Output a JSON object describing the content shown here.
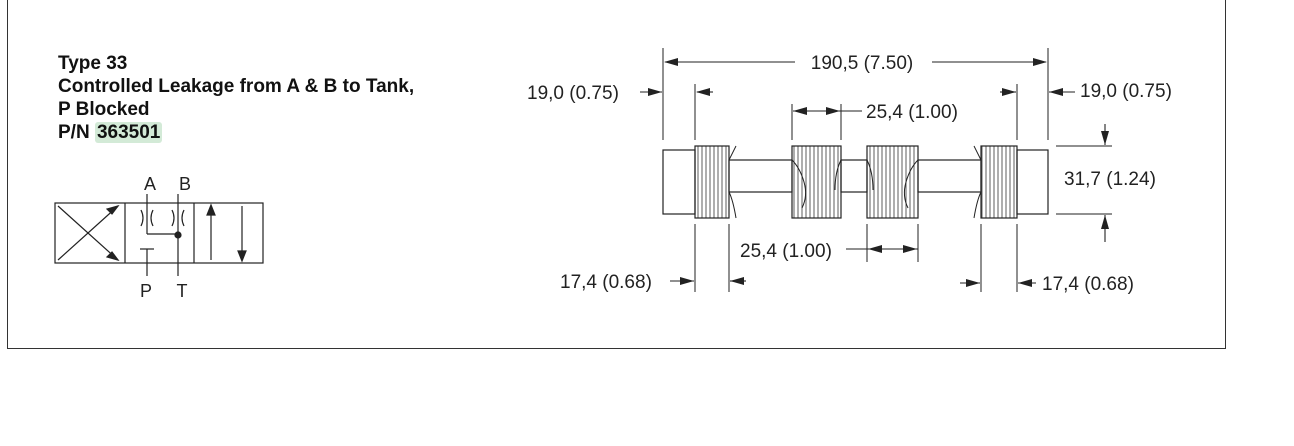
{
  "header": {
    "type_label": "Type 33",
    "description_line1": "Controlled Leakage from A & B to Tank,",
    "description_line2": "P Blocked",
    "pn_prefix": "P/N",
    "pn_value": "363501",
    "highlight_color": "#d3ead7"
  },
  "symbol": {
    "port_a": "A",
    "port_b": "B",
    "port_p": "P",
    "port_t": "T"
  },
  "dimensions": {
    "overall_length": "190,5 (7.50)",
    "end_length_left": "19,0 (0.75)",
    "end_length_right": "19,0 (0.75)",
    "land_width_top": "25,4 (1.00)",
    "land_width_bottom": "25,4 (1.00)",
    "diameter": "31,7 (1.24)",
    "groove_left": "17,4 (0.68)",
    "groove_right": "17,4 (0.68)"
  }
}
